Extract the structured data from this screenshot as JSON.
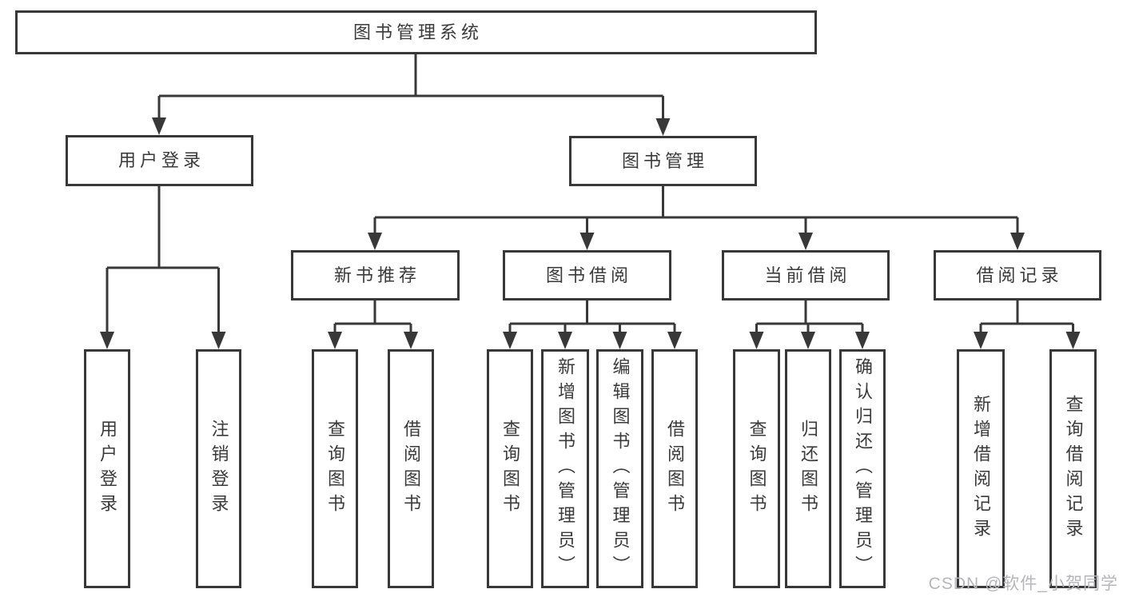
{
  "diagram": {
    "root": {
      "label": "图书管理系统"
    },
    "children": [
      {
        "label": "用户登录",
        "children": [
          {
            "label": "用户登录"
          },
          {
            "label": "注销登录"
          }
        ]
      },
      {
        "label": "图书管理",
        "children": [
          {
            "label": "新书推荐",
            "children": [
              {
                "label": "查询图书"
              },
              {
                "label": "借阅图书"
              }
            ]
          },
          {
            "label": "图书借阅",
            "children": [
              {
                "label": "查询图书"
              },
              {
                "label": "新增图书（管理员）"
              },
              {
                "label": "编辑图书（管理员）"
              },
              {
                "label": "借阅图书"
              }
            ]
          },
          {
            "label": "当前借阅",
            "children": [
              {
                "label": "查询图书"
              },
              {
                "label": "归还图书"
              },
              {
                "label": "确认归还（管理员）"
              }
            ]
          },
          {
            "label": "借阅记录",
            "children": [
              {
                "label": "新增借阅记录"
              },
              {
                "label": "查询借阅记录"
              }
            ]
          }
        ]
      }
    ]
  },
  "watermark": {
    "text": "CSDN @软件_小贺同学"
  },
  "colors": {
    "line": "#383838",
    "text": "#3a3a3a",
    "watermark": "#b6b6b9",
    "bg": "#ffffff"
  }
}
